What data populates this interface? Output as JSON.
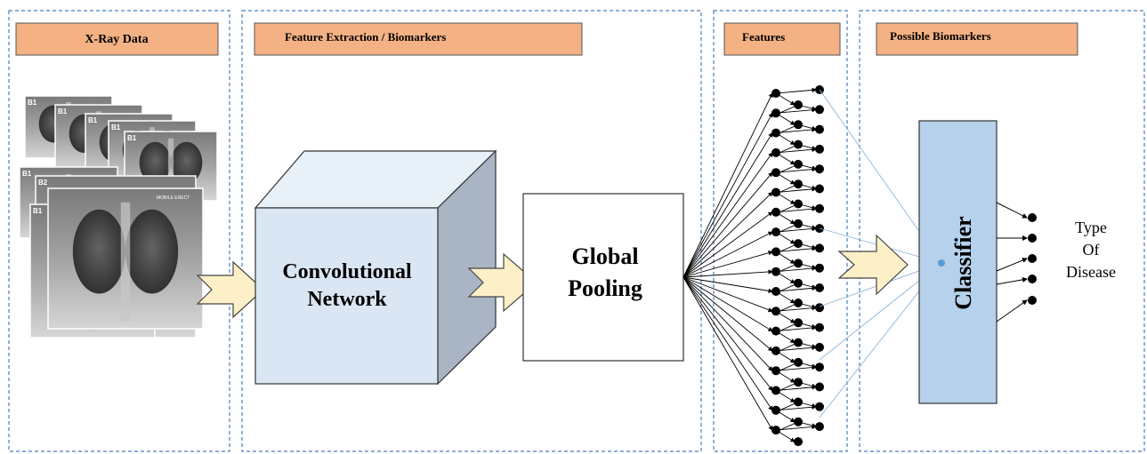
{
  "sections": {
    "xray_data": "X-Ray Data",
    "feature_extraction": "Feature Extraction / Biomarkers",
    "features": "Features",
    "possible_biomarkers": "Possible Biomarkers"
  },
  "xray": {
    "tags": [
      "B1",
      "B1",
      "B1",
      "B1",
      "B1",
      "B1",
      "B2",
      "B1"
    ],
    "top_caption": "MOBILE ERECT"
  },
  "blocks": {
    "conv_line1": "Convolutional",
    "conv_line2": "Network",
    "pool_line1": "Global",
    "pool_line2": "Pooling",
    "classifier": "Classifier"
  },
  "output": {
    "line1": "Type",
    "line2": "Of",
    "line3": "Disease"
  },
  "colors": {
    "header_fill": "#f4b183",
    "cube_front": "#dae6f3",
    "cube_top": "#e8f0f8",
    "cube_side": "#a9b5c4",
    "classifier_fill": "#b6d1ec",
    "arrow_fill": "#fdf0c8",
    "divider": "#4a7ebb",
    "connection_line": "#8fb4d9"
  }
}
